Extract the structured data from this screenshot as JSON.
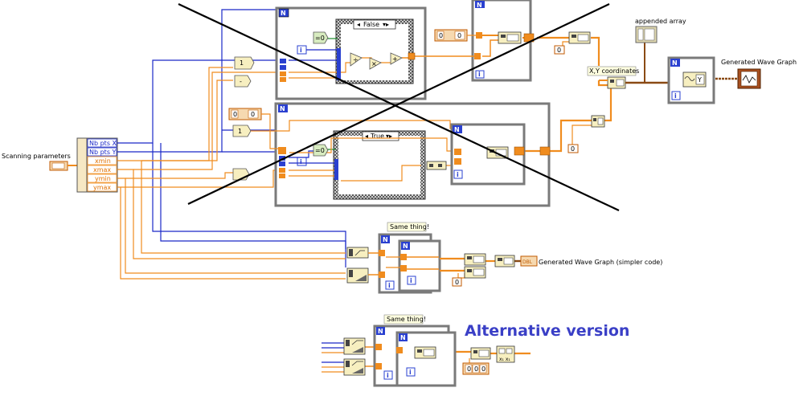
{
  "labels": {
    "scanning_parameters": "Scanning parameters",
    "appended_array": "appended array",
    "xy_coordinates": "X,Y coordinates",
    "generated_wave_graph": "Generated Wave  Graph",
    "generated_wave_graph_simple": "Generated Wave  Graph (simpler code)",
    "same_thing_1": "Same thing!",
    "same_thing_2": "Same thing!",
    "alternative_version": "Alternative version"
  },
  "bundle": {
    "items": [
      "Nb pts X",
      "Nb pts Y",
      "xmin",
      "xmax",
      "ymin",
      "ymax"
    ]
  },
  "case_structures": {
    "top_selector": "False",
    "middle_selector": "True"
  },
  "loop_terminals": {
    "n": "N",
    "i": "i"
  },
  "constants": {
    "dbl": "DBL",
    "zero": "0",
    "one": "1"
  },
  "colors": {
    "orange_wire": "#f08c1e",
    "blue_wire": "#1a28c8",
    "loop_border": "#7a7a7a",
    "case_border": "#3a3a3a",
    "alt_text": "#3a3fc6"
  }
}
